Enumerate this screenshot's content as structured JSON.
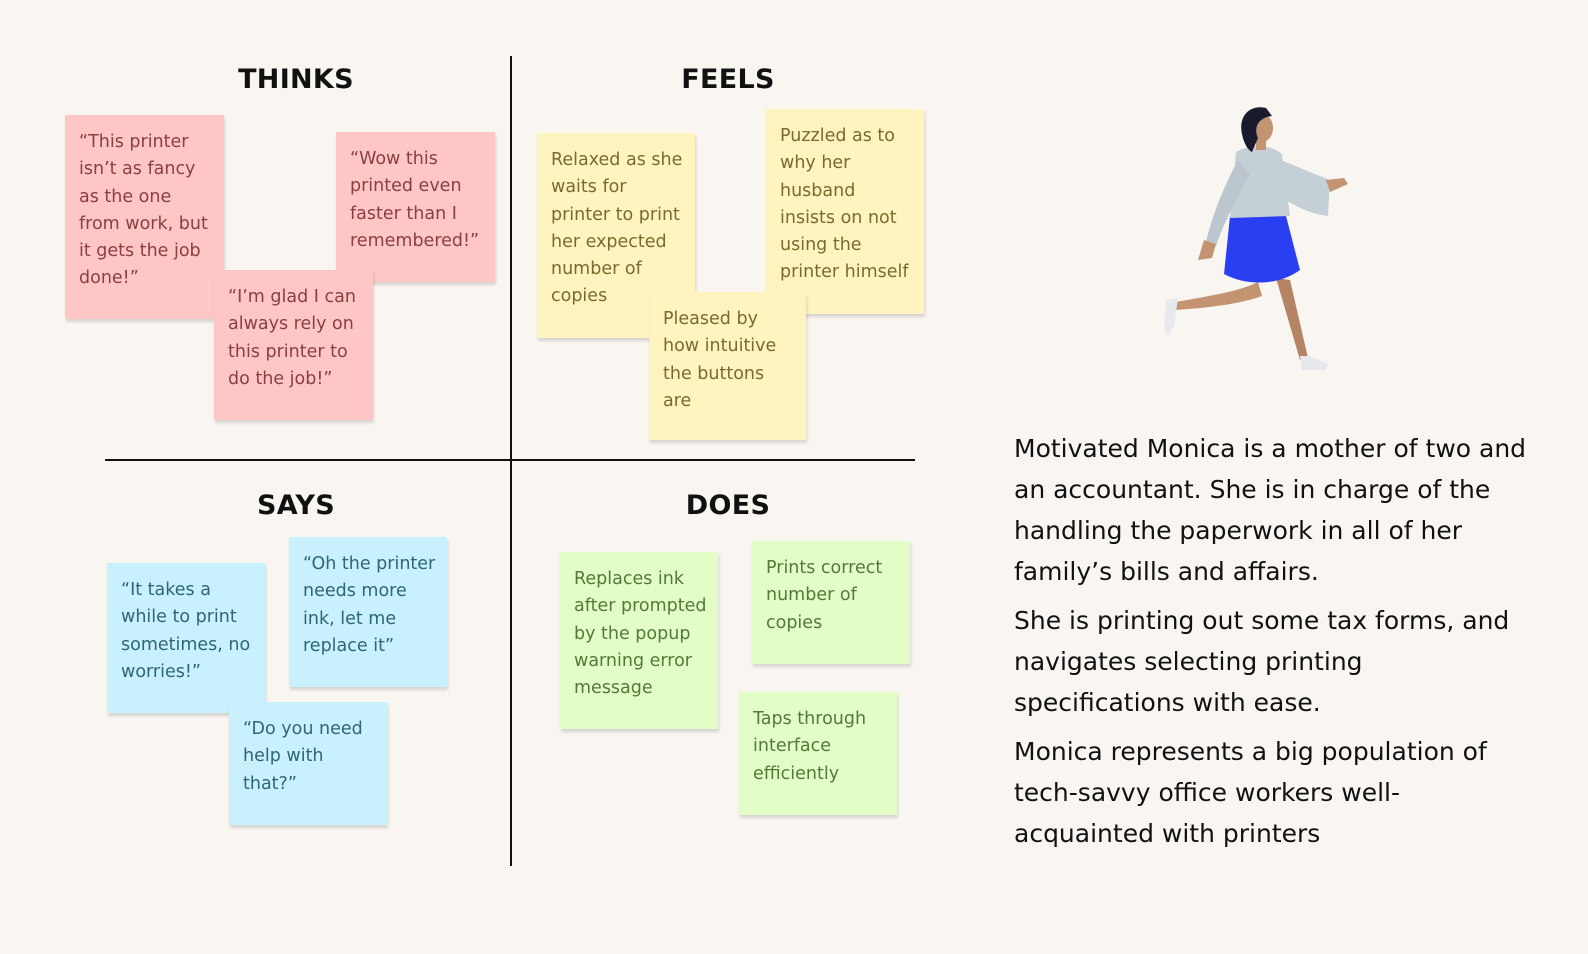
{
  "quadrants": {
    "thinks": {
      "title": "THINKS",
      "notes": [
        "“This printer isn’t as fancy as the one from work, but it gets the job done!”",
        "“Wow this printed even faster than I remembered!”",
        "“I’m glad I can always rely on this printer to do the job!”"
      ]
    },
    "feels": {
      "title": "FEELS",
      "notes": [
        "Relaxed as she waits for printer to print her expected number of copies",
        "Puzzled as to why her husband insists on not using the printer himself",
        "Pleased by how intuitive the buttons are"
      ]
    },
    "says": {
      "title": "SAYS",
      "notes": [
        "“It takes a while to print sometimes, no worries!”",
        "“Oh the printer needs more ink, let me replace it”",
        "“Do you need help with that?”"
      ]
    },
    "does": {
      "title": "DOES",
      "notes": [
        "Replaces ink after prompted by the popup warning error message",
        "Prints correct number of copies",
        "Taps through interface efficiently"
      ]
    }
  },
  "persona": {
    "paragraphs": [
      "Motivated Monica is a mother of two and an accountant. She is in charge of the handling the paperwork in all of her family’s bills and affairs.",
      "She is printing out some tax forms, and navigates selecting printing specifications with ease.",
      "Monica represents a big population of tech-savvy office workers well-acquainted with printers"
    ]
  },
  "colors": {
    "background": "#f9f6f2",
    "pink_note": "#ffc6c6",
    "yellow_note": "#fff4bf",
    "blue_note": "#c8f0fd",
    "green_note": "#e2fdc6",
    "skirt_blue": "#2b3ff2",
    "sweater_gray": "#c5cfd6"
  }
}
